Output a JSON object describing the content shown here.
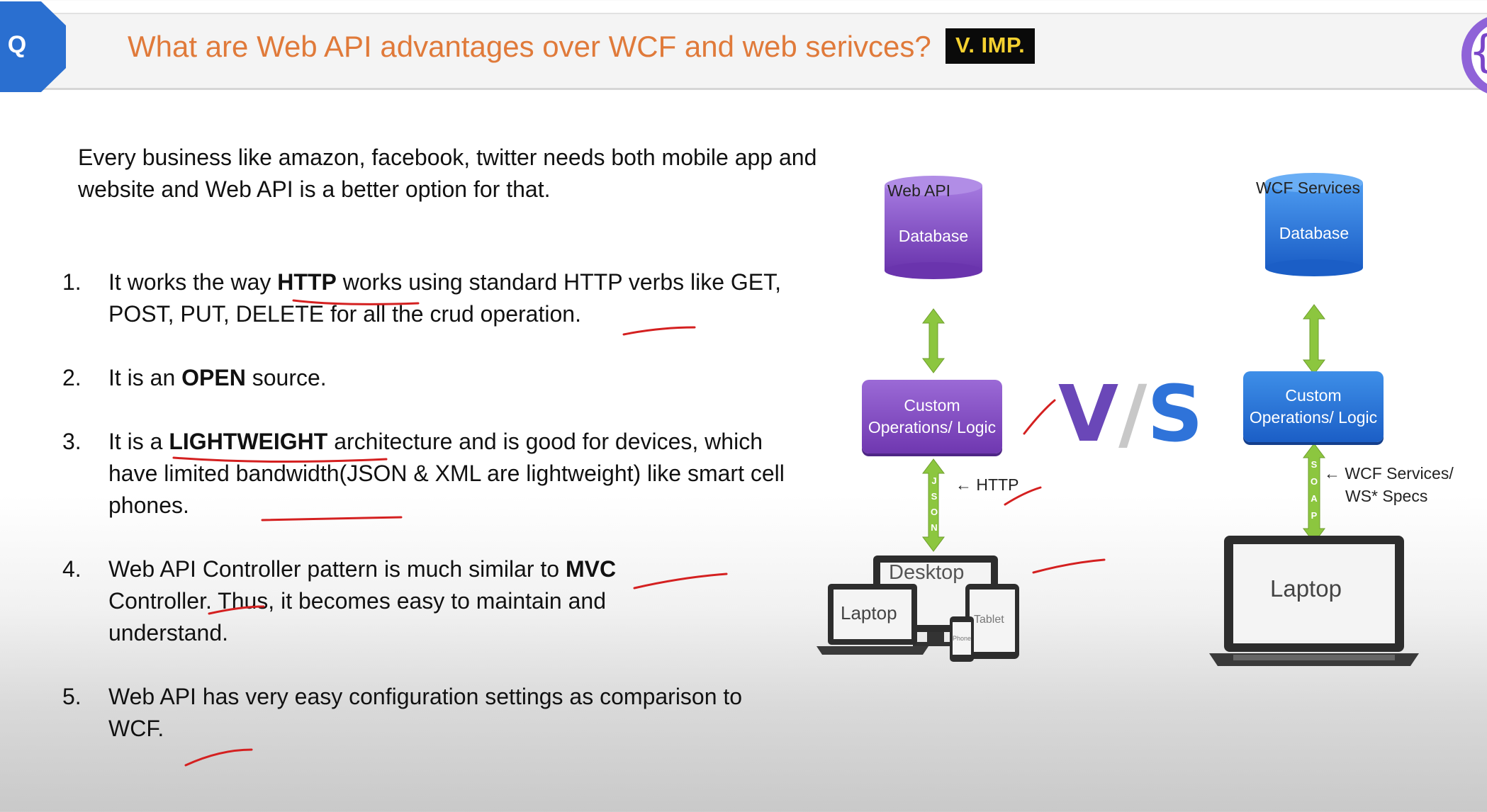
{
  "header": {
    "q_label": "Q",
    "title": "What are Web API advantages over WCF and web serivces?",
    "badge": "V. IMP.",
    "right_tab_glyph": "{"
  },
  "intro": "Every business like amazon, facebook, twitter needs both mobile app and website and Web API is a better option for that.",
  "points": [
    {
      "num": "1.",
      "pre": "It works the way ",
      "bold": "HTTP",
      "post": " works using standard HTTP verbs like GET, POST, PUT, DELETE for all the crud operation."
    },
    {
      "num": "2.",
      "pre": "It is an ",
      "bold": "OPEN",
      "post": " source."
    },
    {
      "num": "3.",
      "pre": "It is a ",
      "bold": "LIGHTWEIGHT",
      "post": " architecture and is good for devices, which have limited bandwidth(JSON & XML are lightweight) like smart cell phones."
    },
    {
      "num": "4.",
      "pre": "Web API Controller pattern is much similar to ",
      "bold": "MVC",
      "post": " Controller. Thus, it becomes easy to maintain and understand."
    },
    {
      "num": "5.",
      "pre": "Web API has very easy configuration settings as comparison to WCF.",
      "bold": "",
      "post": ""
    }
  ],
  "diagram": {
    "left": {
      "label": "Web API",
      "database": "Database",
      "logic": "Custom Operations/ Logic",
      "protocol_letters": "J S O N",
      "protocol_note": "← HTTP",
      "devices": {
        "desktop": "Desktop",
        "laptop": "Laptop",
        "tablet": "Tablet",
        "phone": "Phone"
      }
    },
    "vs": {
      "v": "V",
      "slash": "/",
      "s": "S"
    },
    "right": {
      "label": "WCF Services",
      "database": "Database",
      "logic": "Custom Operations/ Logic",
      "protocol_letters": "S O A P",
      "protocol_note_1": "← WCF Services/",
      "protocol_note_2": "WS* Specs",
      "device": "Laptop"
    }
  },
  "colors": {
    "title": "#e07a3a",
    "q_tab": "#2a6fd0",
    "badge_bg": "#0a0a0a",
    "badge_text": "#f5d130",
    "purple": "#7a45c9",
    "blue": "#2a6fd0",
    "arrow_green": "#8cc63f",
    "pen_red": "#d42020"
  }
}
